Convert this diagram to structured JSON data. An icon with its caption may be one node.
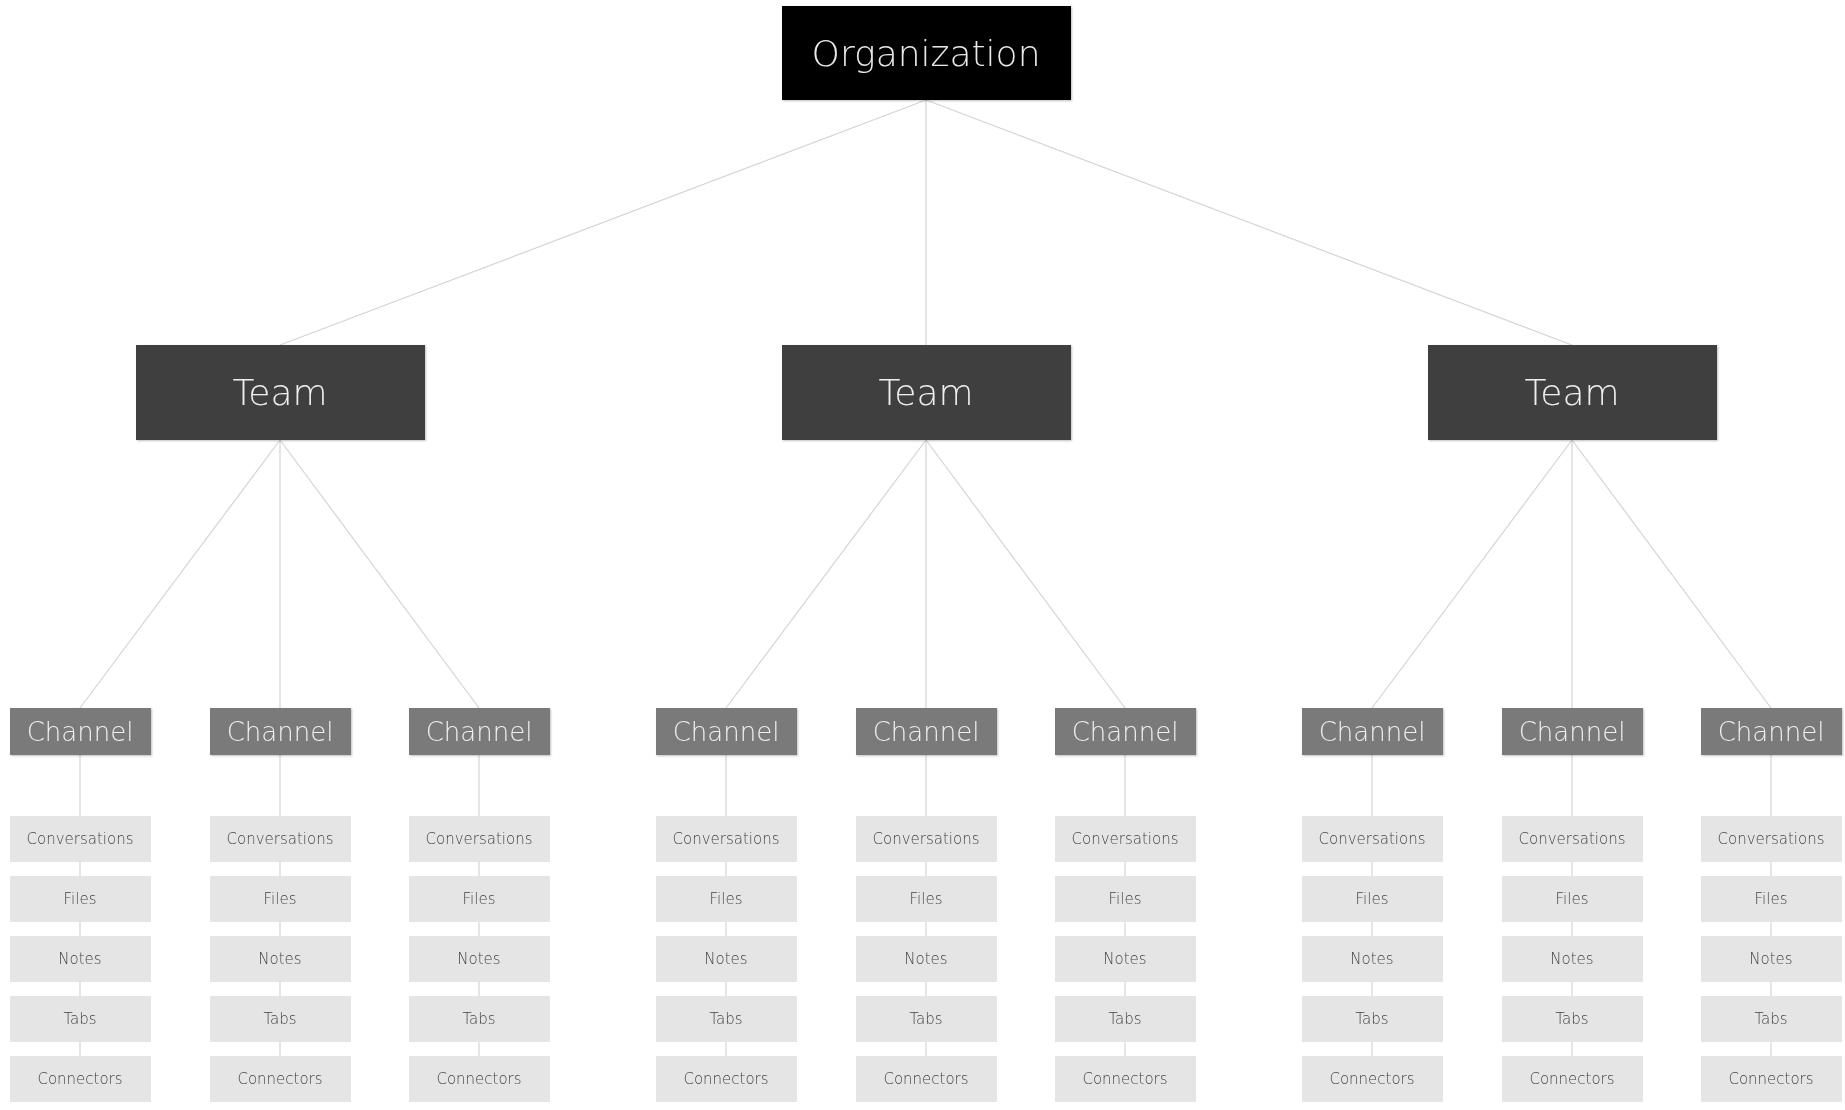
{
  "diagram": {
    "nodes": [
      {
        "text": [
          "Organization"
        ]
      },
      {
        "text": [
          "Team"
        ]
      },
      {
        "text": [
          "Team"
        ]
      },
      {
        "text": [
          "Team"
        ]
      },
      {
        "text": [
          "Channel"
        ]
      },
      {
        "text": [
          "Channel"
        ]
      },
      {
        "text": [
          "Channel"
        ]
      },
      {
        "text": [
          "Channel"
        ]
      },
      {
        "text": [
          "Channel"
        ]
      },
      {
        "text": [
          "Channel"
        ]
      },
      {
        "text": [
          "Channel"
        ]
      },
      {
        "text": [
          "Channel"
        ]
      },
      {
        "text": [
          "Channel"
        ]
      },
      {
        "text": [
          "Conversations"
        ]
      },
      {
        "text": [
          "Conversations"
        ]
      },
      {
        "text": [
          "Conversations"
        ]
      },
      {
        "text": [
          "Conversations"
        ]
      },
      {
        "text": [
          "Conversations"
        ]
      },
      {
        "text": [
          "Conversations"
        ]
      },
      {
        "text": [
          "Conversations"
        ]
      },
      {
        "text": [
          "Conversations"
        ]
      },
      {
        "text": [
          "Conversations"
        ]
      },
      {
        "text": [
          "Files"
        ]
      },
      {
        "text": [
          "Files"
        ]
      },
      {
        "text": [
          "Files"
        ]
      },
      {
        "text": [
          "Files"
        ]
      },
      {
        "text": [
          "Files"
        ]
      },
      {
        "text": [
          "Files"
        ]
      },
      {
        "text": [
          "Files"
        ]
      },
      {
        "text": [
          "Files"
        ]
      },
      {
        "text": [
          "Files"
        ]
      },
      {
        "text": [
          "Notes"
        ]
      },
      {
        "text": [
          "Notes"
        ]
      },
      {
        "text": [
          "Notes"
        ]
      },
      {
        "text": [
          "Notes"
        ]
      },
      {
        "text": [
          "Notes"
        ]
      },
      {
        "text": [
          "Notes"
        ]
      },
      {
        "text": [
          "Notes"
        ]
      },
      {
        "text": [
          "Notes"
        ]
      },
      {
        "text": [
          "Notes"
        ]
      },
      {
        "text": [
          "Tabs"
        ]
      },
      {
        "text": [
          "Tabs"
        ]
      },
      {
        "text": [
          "Tabs"
        ]
      },
      {
        "text": [
          "Tabs"
        ]
      },
      {
        "text": [
          "Tabs"
        ]
      },
      {
        "text": [
          "Tabs"
        ]
      },
      {
        "text": [
          "Tabs"
        ]
      },
      {
        "text": [
          "Tabs"
        ]
      },
      {
        "text": [
          "Tabs"
        ]
      },
      {
        "text": [
          "Connectors"
        ]
      },
      {
        "text": [
          "Connectors"
        ]
      },
      {
        "text": [
          "Connectors"
        ]
      },
      {
        "text": [
          "Connectors"
        ]
      },
      {
        "text": [
          "Connectors"
        ]
      },
      {
        "text": [
          "Connectors"
        ]
      },
      {
        "text": [
          "Connectors"
        ]
      },
      {
        "text": [
          "Connectors"
        ]
      },
      {
        "text": [
          "Connectors"
        ]
      }
    ],
    "edges": [
      {
        "from": 0,
        "to": 1,
        "arrow": "none"
      },
      {
        "from": 0,
        "to": 2,
        "arrow": "none"
      },
      {
        "from": 0,
        "to": 3,
        "arrow": "none"
      },
      {
        "from": 1,
        "to": 4,
        "arrow": "none"
      },
      {
        "from": 1,
        "to": 5,
        "arrow": "none"
      },
      {
        "from": 1,
        "to": 6,
        "arrow": "none"
      },
      {
        "from": 2,
        "to": 7,
        "arrow": "none"
      },
      {
        "from": 2,
        "to": 8,
        "arrow": "none"
      },
      {
        "from": 2,
        "to": 9,
        "arrow": "none"
      },
      {
        "from": 3,
        "to": 10,
        "arrow": "none"
      },
      {
        "from": 3,
        "to": 11,
        "arrow": "none"
      },
      {
        "from": 3,
        "to": 12,
        "arrow": "none"
      },
      {
        "from": 4,
        "to": 13,
        "arrow": "none"
      },
      {
        "from": 5,
        "to": 14,
        "arrow": "none"
      },
      {
        "from": 6,
        "to": 15,
        "arrow": "none"
      },
      {
        "from": 7,
        "to": 16,
        "arrow": "none"
      },
      {
        "from": 8,
        "to": 17,
        "arrow": "none"
      },
      {
        "from": 9,
        "to": 18,
        "arrow": "none"
      },
      {
        "from": 10,
        "to": 19,
        "arrow": "none"
      },
      {
        "from": 11,
        "to": 20,
        "arrow": "none"
      },
      {
        "from": 12,
        "to": 21,
        "arrow": "none"
      },
      {
        "from": 13,
        "to": 22,
        "arrow": "none"
      },
      {
        "from": 14,
        "to": 23,
        "arrow": "none"
      },
      {
        "from": 15,
        "to": 24,
        "arrow": "none"
      },
      {
        "from": 16,
        "to": 25,
        "arrow": "none"
      },
      {
        "from": 17,
        "to": 26,
        "arrow": "none"
      },
      {
        "from": 18,
        "to": 27,
        "arrow": "none"
      },
      {
        "from": 19,
        "to": 28,
        "arrow": "none"
      },
      {
        "from": 20,
        "to": 29,
        "arrow": "none"
      },
      {
        "from": 21,
        "to": 30,
        "arrow": "none"
      },
      {
        "from": 22,
        "to": 31,
        "arrow": "none"
      },
      {
        "from": 23,
        "to": 32,
        "arrow": "none"
      },
      {
        "from": 24,
        "to": 33,
        "arrow": "none"
      },
      {
        "from": 25,
        "to": 34,
        "arrow": "none"
      },
      {
        "from": 26,
        "to": 35,
        "arrow": "none"
      },
      {
        "from": 27,
        "to": 36,
        "arrow": "none"
      },
      {
        "from": 28,
        "to": 37,
        "arrow": "none"
      },
      {
        "from": 29,
        "to": 38,
        "arrow": "none"
      },
      {
        "from": 30,
        "to": 39,
        "arrow": "none"
      },
      {
        "from": 31,
        "to": 40,
        "arrow": "none"
      },
      {
        "from": 32,
        "to": 41,
        "arrow": "none"
      },
      {
        "from": 33,
        "to": 42,
        "arrow": "none"
      },
      {
        "from": 34,
        "to": 43,
        "arrow": "none"
      },
      {
        "from": 35,
        "to": 44,
        "arrow": "none"
      },
      {
        "from": 36,
        "to": 45,
        "arrow": "none"
      },
      {
        "from": 37,
        "to": 46,
        "arrow": "none"
      },
      {
        "from": 38,
        "to": 47,
        "arrow": "none"
      },
      {
        "from": 39,
        "to": 48,
        "arrow": "none"
      },
      {
        "from": 40,
        "to": 49,
        "arrow": "none"
      },
      {
        "from": 41,
        "to": 50,
        "arrow": "none"
      },
      {
        "from": 42,
        "to": 51,
        "arrow": "none"
      },
      {
        "from": 43,
        "to": 52,
        "arrow": "none"
      },
      {
        "from": 44,
        "to": 53,
        "arrow": "none"
      },
      {
        "from": 45,
        "to": 54,
        "arrow": "none"
      },
      {
        "from": 46,
        "to": 55,
        "arrow": "none"
      },
      {
        "from": 47,
        "to": 56,
        "arrow": "none"
      },
      {
        "from": 48,
        "to": 57,
        "arrow": "none"
      }
    ]
  }
}
